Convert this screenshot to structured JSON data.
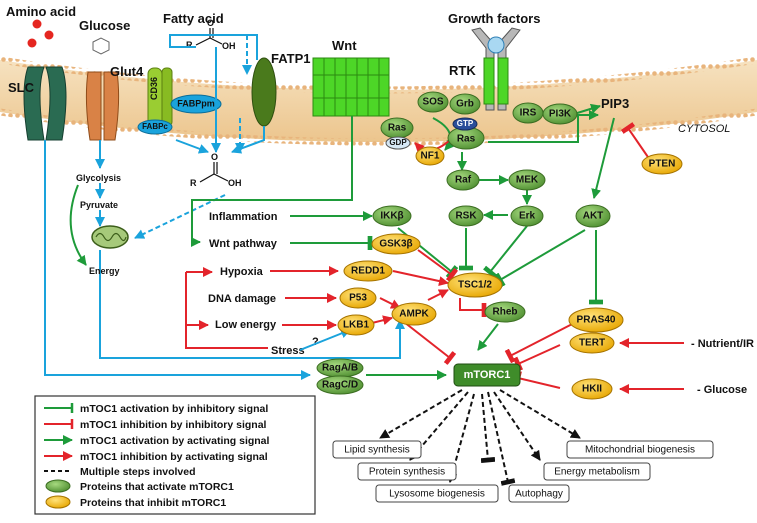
{
  "colors": {
    "activator": "#6ab04c",
    "inhibitor": "#f5c518",
    "green_arrow": "#1e9b3a",
    "red_arrow": "#e3242b",
    "blue_arrow": "#1aa3dc",
    "membrane": "#f3d9b0"
  },
  "labels": {
    "amino_acid": "Amino acid",
    "glucose": "Glucose",
    "fatty_acid": "Fatty acid",
    "wnt": "Wnt",
    "growth_factors": "Growth factors",
    "slc": "SLC",
    "glut4": "Glut4",
    "cd36": "CD36",
    "fabppm": "FABPpm",
    "fabpc": "FABPc",
    "fatp1": "FATP1",
    "rtk": "RTK",
    "cytosol": "CYTOSOL",
    "pip3": "PIP3",
    "glycolysis": "Glycolysis",
    "pyruvate": "Pyruvate",
    "energy": "Energy",
    "inflammation": "Inflammation",
    "wnt_pathway": "Wnt pathway",
    "hypoxia": "Hypoxia",
    "dna_damage": "DNA damage",
    "low_energy": "Low energy",
    "stress": "Stress",
    "question": "?",
    "nutrient_ir": "- Nutrient/IR",
    "glucose_signal": "- Glucose",
    "acid_r": "R",
    "acid_o": "O",
    "acid_oh": "OH"
  },
  "nodes": {
    "sos": "SOS",
    "grb": "Grb",
    "irs": "IRS",
    "pi3k": "PI3K",
    "gtp": "GTP",
    "gdp": "GDP",
    "ras_gdp": "Ras",
    "ras_gtp": "Ras",
    "nf1": "NF1",
    "pten": "PTEN",
    "raf": "Raf",
    "mek": "MEK",
    "ikkb": "IKKβ",
    "rsk": "RSK",
    "erk": "Erk",
    "akt": "AKT",
    "gsk3b": "GSK3β",
    "redd1": "REDD1",
    "tsc12": "TSC1/2",
    "p53": "P53",
    "lkb1": "LKB1",
    "ampk": "AMPK",
    "rheb": "Rheb",
    "pras40": "PRAS40",
    "ragab": "RagA/B",
    "ragcd": "RagC/D",
    "mtorc1": "mTORC1",
    "tert": "TERT",
    "hkii": "HKII"
  },
  "outputs": {
    "lipid": "Lipid synthesis",
    "protein": "Protein synthesis",
    "lysosome": "Lysosome biogenesis",
    "autophagy": "Autophagy",
    "energy_metabolism": "Energy metabolism",
    "mitochondrial": "Mitochondrial biogenesis"
  },
  "legend": [
    {
      "symbol": "green-bar",
      "text": "mTOC1 activation by inhibitory signal"
    },
    {
      "symbol": "red-bar",
      "text": "mTOC1 inhibition by inhibitory signal"
    },
    {
      "symbol": "green-arrow",
      "text": "mTOC1 activation by activating signal"
    },
    {
      "symbol": "red-arrow",
      "text": "mTOC1 inhibition by activating signal"
    },
    {
      "symbol": "black-dashed",
      "text": "Multiple steps involved"
    },
    {
      "symbol": "green-ellipse",
      "text": "Proteins that activate mTORC1"
    },
    {
      "symbol": "yellow-ellipse",
      "text": "Proteins that inhibit mTORC1"
    }
  ]
}
